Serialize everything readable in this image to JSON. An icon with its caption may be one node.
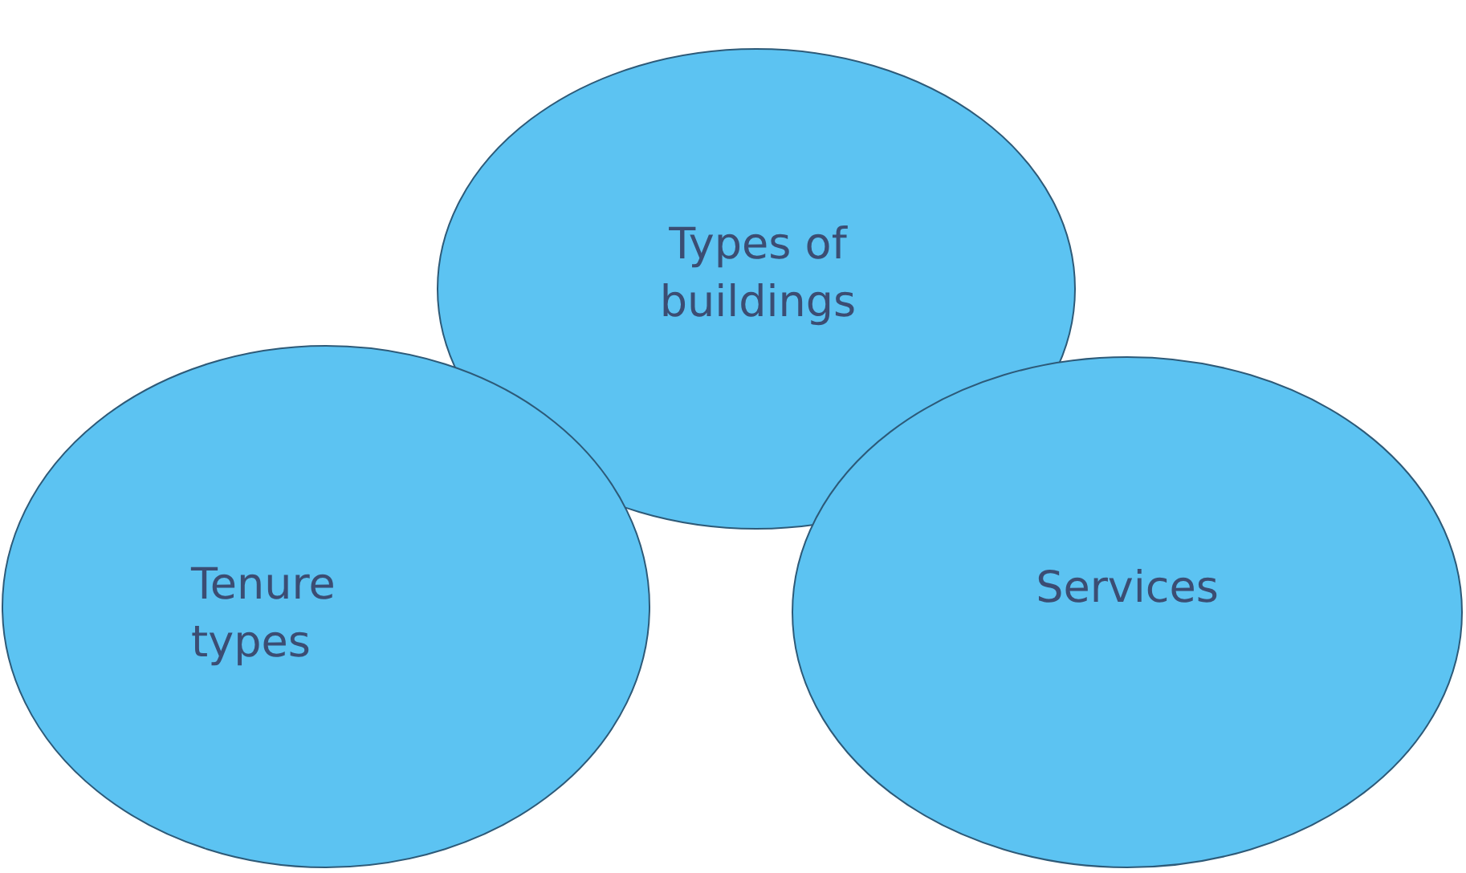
{
  "diagram": {
    "nodes": [
      {
        "text": [
          "Types of buildings"
        ]
      },
      {
        "text": [
          "Tenure types"
        ]
      },
      {
        "text": [
          "Services"
        ]
      }
    ],
    "edges": []
  }
}
